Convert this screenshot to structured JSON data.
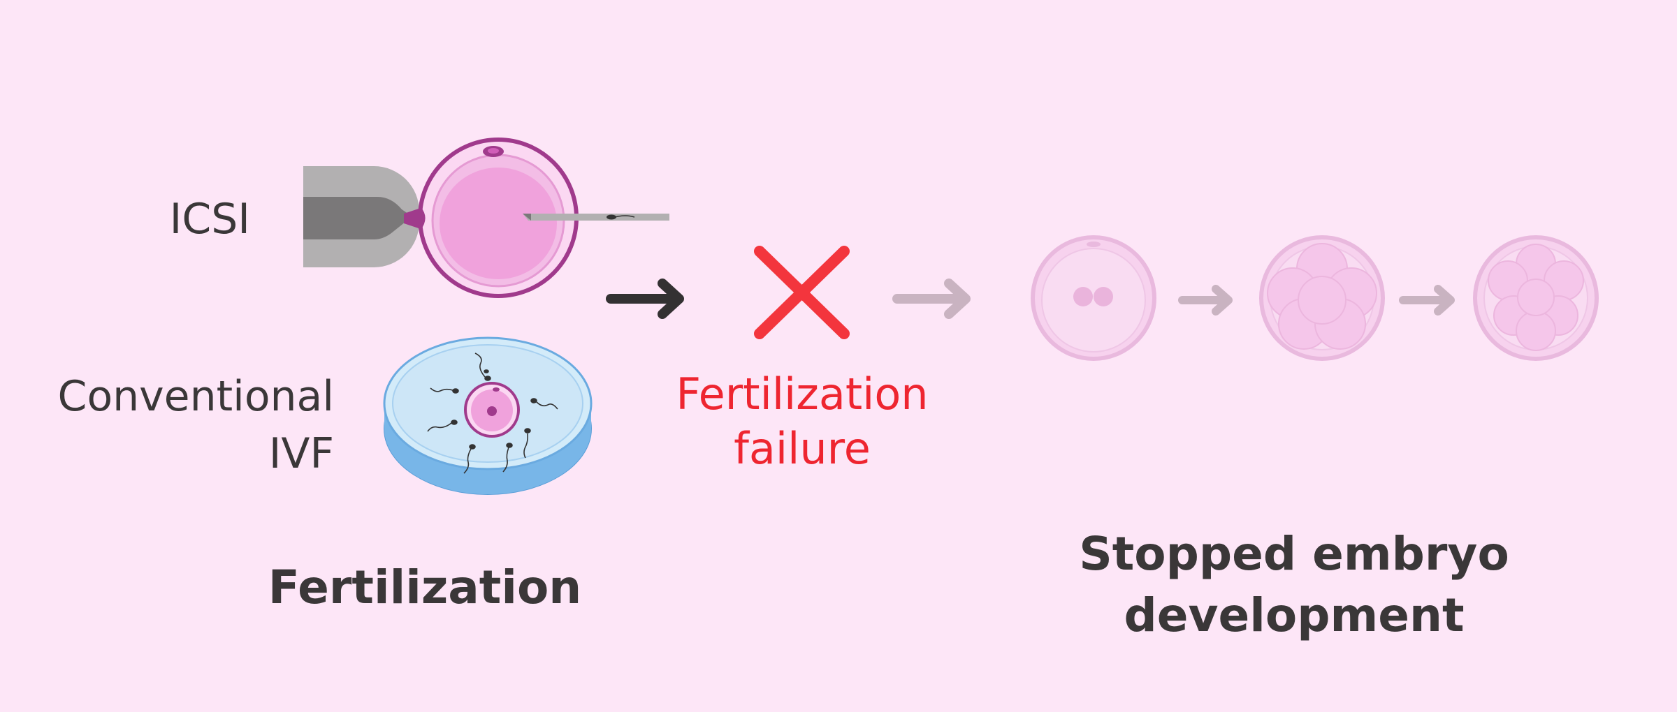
{
  "labels": {
    "icsi": "ICSI",
    "conventional_ivf_line1": "Conventional",
    "conventional_ivf_line2": "IVF",
    "fertilization": "Fertilization",
    "failure_line1": "Fertilization",
    "failure_line2": "failure",
    "stopped_line1": "Stopped embryo",
    "stopped_line2": "development"
  },
  "colors": {
    "background": "#fde6f7",
    "text": "#3a3738",
    "failure_red": "#ee2530",
    "oocyte_outline": "#a03a8c",
    "oocyte_fill": "#f0a2dc",
    "petri_dish": "#8cc4ee",
    "faded_embryo": "#e9b9de",
    "faded_arrow": "#c9b3c1",
    "dark_arrow": "#333132"
  },
  "icons": {
    "icsi_illustration": "micropipette-injecting-oocyte",
    "ivf_illustration": "petri-dish-with-oocyte-and-sperm",
    "failure_mark": "red-x-icon",
    "embryo_stages": [
      "zygote-2pn",
      "morula",
      "blastocyst"
    ]
  }
}
